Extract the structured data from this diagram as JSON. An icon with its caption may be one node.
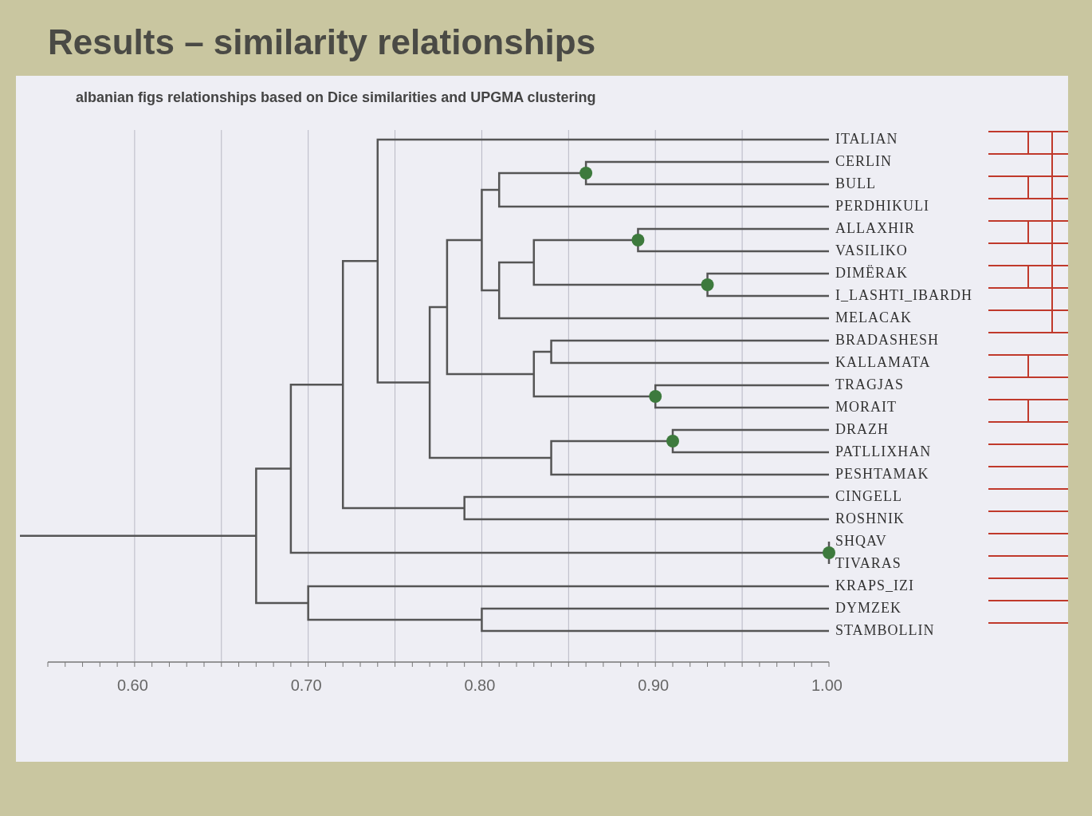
{
  "diagram": {
    "title": "Results – similarity relationships",
    "labels": [
      "albanian figs relationships based on Dice similarities and UPGMA clustering",
      "ITALIAN",
      "CERLIN",
      "BULL",
      "PERDHIKULI",
      "ALLAXHIR",
      "VASILIKO",
      "DIMËRAK",
      "I_LASHTI_IBARDH",
      "MELACAK",
      "BRADASHESH",
      "KALLAMATA",
      "TRAGJAS",
      "MORAIT",
      "DRAZH",
      "PATLLIXHAN",
      "PESHTAMAK",
      "CINGELL",
      "ROSHNIK",
      "SHQAV",
      "TIVARAS",
      "KRAPS_IZI",
      "DYMZEK",
      "STAMBOLLIN",
      "0.60",
      "0.70",
      "0.80",
      "0.90",
      "1.00"
    ]
  }
}
